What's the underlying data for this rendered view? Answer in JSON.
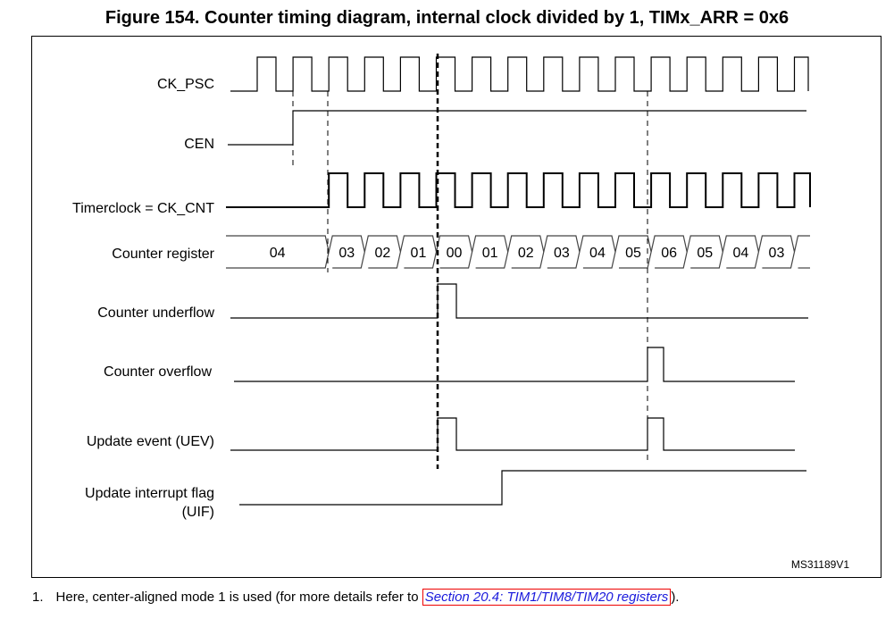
{
  "title": "Figure 154. Counter timing diagram, internal clock divided by 1, TIMx_ARR = 0x6",
  "signals": {
    "ck_psc": "CK_PSC",
    "cen": "CEN",
    "ck_cnt": "Timerclock = CK_CNT",
    "counter": "Counter register",
    "underflow": "Counter underflow",
    "overflow": "Counter overflow",
    "uev": "Update event (UEV)",
    "uif_1": "Update interrupt flag",
    "uif_2": "(UIF)"
  },
  "counter_values": [
    "04",
    "03",
    "02",
    "01",
    "00",
    "01",
    "02",
    "03",
    "04",
    "05",
    "06",
    "05",
    "04",
    "03"
  ],
  "ref_id": "MS31189V1",
  "footnote": {
    "number": "1.",
    "text": "Here, center-aligned mode 1 is used (for more details refer to ",
    "link": "Section 20.4: TIM1/TIM8/TIM20 registers",
    "after": ")."
  }
}
